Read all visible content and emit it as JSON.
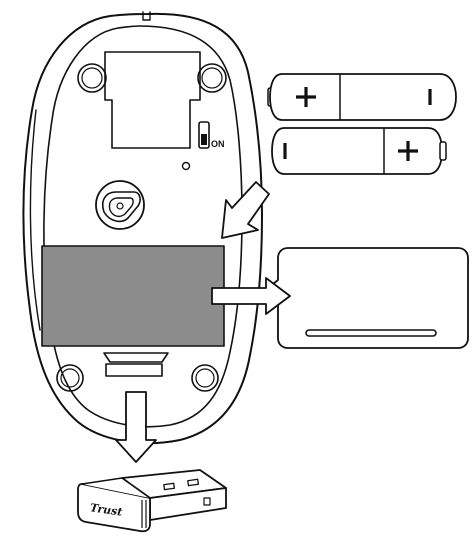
{
  "diagram": {
    "switch_label": "ON",
    "receiver_logo": "Trust",
    "battery_top": {
      "plus": "+",
      "minus": "I"
    },
    "battery_bottom": {
      "plus": "+",
      "minus": "I"
    },
    "colors": {
      "outline": "#111111",
      "label_area": "#8c8c8c",
      "background": "#ffffff"
    }
  }
}
